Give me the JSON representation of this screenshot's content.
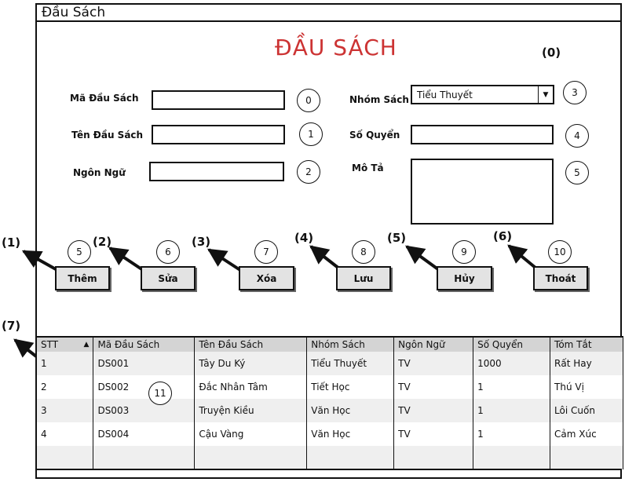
{
  "window": {
    "title": "Đầu Sách"
  },
  "heading": "ĐẦU SÁCH",
  "callouts": [
    "(0)",
    "(1)",
    "(2)",
    "(3)",
    "(4)",
    "(5)",
    "(6)",
    "(7)"
  ],
  "markers": [
    "0",
    "1",
    "2",
    "3",
    "4",
    "5",
    "6",
    "7",
    "8",
    "9",
    "10",
    "11"
  ],
  "form": {
    "ma_dau_sach": "Mã Đầu Sách",
    "ten_dau_sach": "Tên Đầu Sách",
    "ngon_ngu": "Ngôn Ngữ",
    "nhom_sach": "Nhóm Sách",
    "nhom_sach_value": "Tiểu Thuyết",
    "so_quyen": "Số Quyển",
    "mo_ta": "Mô Tả"
  },
  "buttons": {
    "them": "Thêm",
    "sua": "Sửa",
    "xoa": "Xóa",
    "luu": "Lưu",
    "huy": "Hủy",
    "thoat": "Thoát"
  },
  "table": {
    "columns": [
      "STT",
      "Mã Đầu Sách",
      "Tên Đầu Sách",
      "Nhóm Sách",
      "Ngôn Ngữ",
      "Số Quyển",
      "Tóm Tắt"
    ],
    "rows": [
      [
        "1",
        "DS001",
        "Tây Du Ký",
        "Tiểu Thuyết",
        "TV",
        "1000",
        "Rất Hay"
      ],
      [
        "2",
        "DS002",
        "Đắc Nhân Tâm",
        "Tiết Học",
        "TV",
        "1",
        "Thú Vị"
      ],
      [
        "3",
        "DS003",
        "Truyện Kiều",
        "Văn Học",
        "TV",
        "1",
        "Lôi Cuốn"
      ],
      [
        "4",
        "DS004",
        "Cậu Vàng",
        "Văn Học",
        "TV",
        "1",
        "Cảm Xúc"
      ],
      [
        "",
        "",
        "",
        "",
        "",
        "",
        ""
      ]
    ]
  }
}
